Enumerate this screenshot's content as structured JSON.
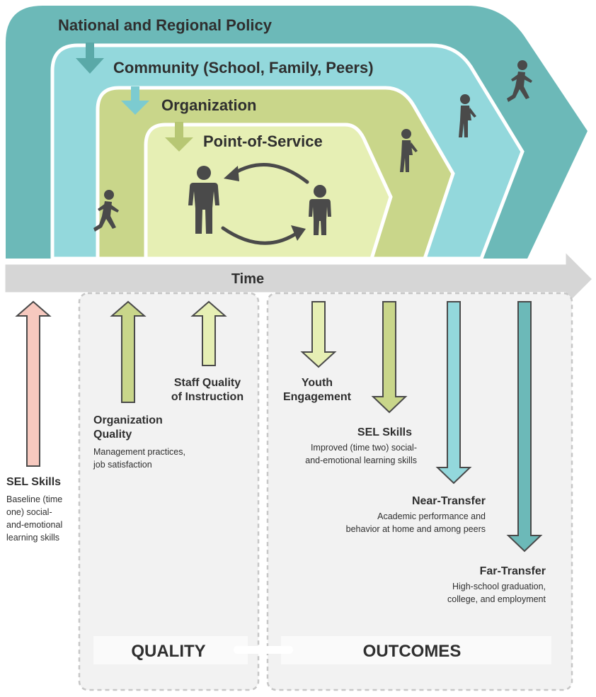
{
  "context_layers": {
    "national": "National and Regional Policy",
    "community": "Community (School, Family, Peers)",
    "organization": "Organization",
    "point_of_service": "Point-of-Service"
  },
  "time_axis": {
    "label": "Time"
  },
  "baseline": {
    "title": "SEL Skills",
    "desc": [
      "Baseline (time",
      "one) social-",
      "and-emotional",
      "learning skills"
    ]
  },
  "quality": {
    "section_label": "QUALITY",
    "organization": {
      "title": "Organization",
      "title2": "Quality",
      "desc": [
        "Management practices,",
        "job satisfaction"
      ]
    },
    "staff": {
      "title": "Staff Quality",
      "title2": "of Instruction"
    }
  },
  "outcomes": {
    "section_label": "OUTCOMES",
    "youth": {
      "title": "Youth",
      "title2": "Engagement"
    },
    "sel": {
      "title": "SEL Skills",
      "desc": [
        "Improved (time two) social-",
        "and-emotional learning skills"
      ]
    },
    "near": {
      "title": "Near-Transfer",
      "desc": [
        "Academic performance and",
        "behavior at home and among peers"
      ]
    },
    "far": {
      "title": "Far-Transfer",
      "desc": [
        "High-school graduation,",
        "college, and employment"
      ]
    }
  },
  "colors": {
    "national": "#6cb9b8",
    "community": "#93d8dc",
    "organization": "#c9d68a",
    "point_of_service": "#e6efb4",
    "time_arrow": "#d6d6d6",
    "baseline_arrow": "#f7c9bf",
    "panel": "#f2f2f2",
    "figure": "#4a4a4a"
  },
  "icons": [
    "person-running-icon",
    "person-walking-icon",
    "person-standing-icon",
    "adult-icon",
    "child-icon",
    "cycle-arrows-icon"
  ]
}
